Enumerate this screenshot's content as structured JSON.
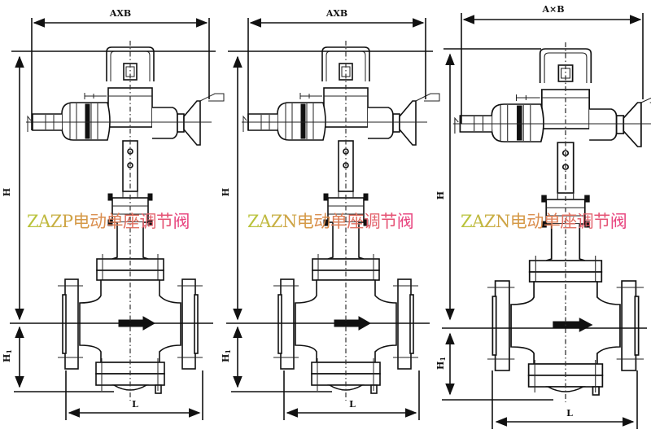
{
  "title": "Electric single-seat control valve outline dimension drawings",
  "diagrams": [
    {
      "model": "ZAZP",
      "name": "电动单座调节阀",
      "dim_width": "AXB",
      "dim_height": "H",
      "dim_lower": "H1",
      "dim_length": "L"
    },
    {
      "model": "ZAZN",
      "name": "电动单座调节阀",
      "dim_width": "AXB",
      "dim_height": "H",
      "dim_lower": "H1",
      "dim_length": "L"
    },
    {
      "model": "ZAZN",
      "name": "电动单座调节阀",
      "dim_width": "A×B",
      "dim_height": "H",
      "dim_lower": "H1",
      "dim_length": "L"
    }
  ],
  "colors": {
    "line": "#111111",
    "caption_start": "#b9c33c",
    "caption_mid": "#d9954a",
    "caption_end": "#e8457f"
  }
}
